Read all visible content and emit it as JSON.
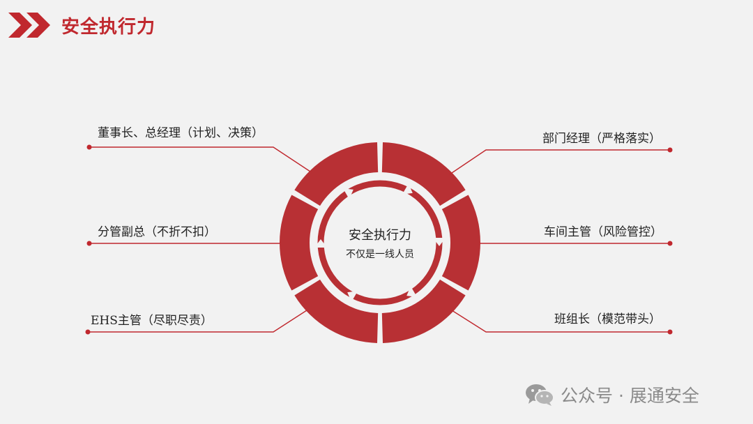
{
  "header": {
    "title": "安全执行力"
  },
  "center": {
    "title": "安全执行力",
    "subtitle": "不仅是一线人员"
  },
  "roles": {
    "left": [
      "董事长、总经理（计划、决策）",
      "分管副总（不折不扣）",
      "EHS主管（尽职尽责）"
    ],
    "right": [
      "部门经理（严格落实）",
      "车间主管（风险管控）",
      "班组长（模范带头）"
    ]
  },
  "colors": {
    "accent": "#b83034",
    "title": "#c0282e",
    "line": "#c0282e",
    "background": "#f2f2f2"
  },
  "watermark": {
    "text": "公众号 · 展通安全",
    "icon": "wechat-icon"
  }
}
